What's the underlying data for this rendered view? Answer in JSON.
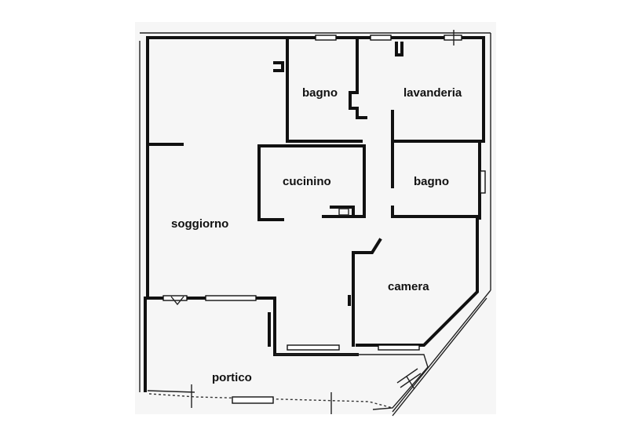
{
  "rooms": [
    {
      "id": "bagno-1",
      "label": "bagno"
    },
    {
      "id": "lavanderia",
      "label": "lavanderia"
    },
    {
      "id": "cucinino",
      "label": "cucinino"
    },
    {
      "id": "bagno-2",
      "label": "bagno"
    },
    {
      "id": "soggiorno",
      "label": "soggiorno"
    },
    {
      "id": "camera",
      "label": "camera"
    },
    {
      "id": "portico",
      "label": "portico"
    }
  ]
}
